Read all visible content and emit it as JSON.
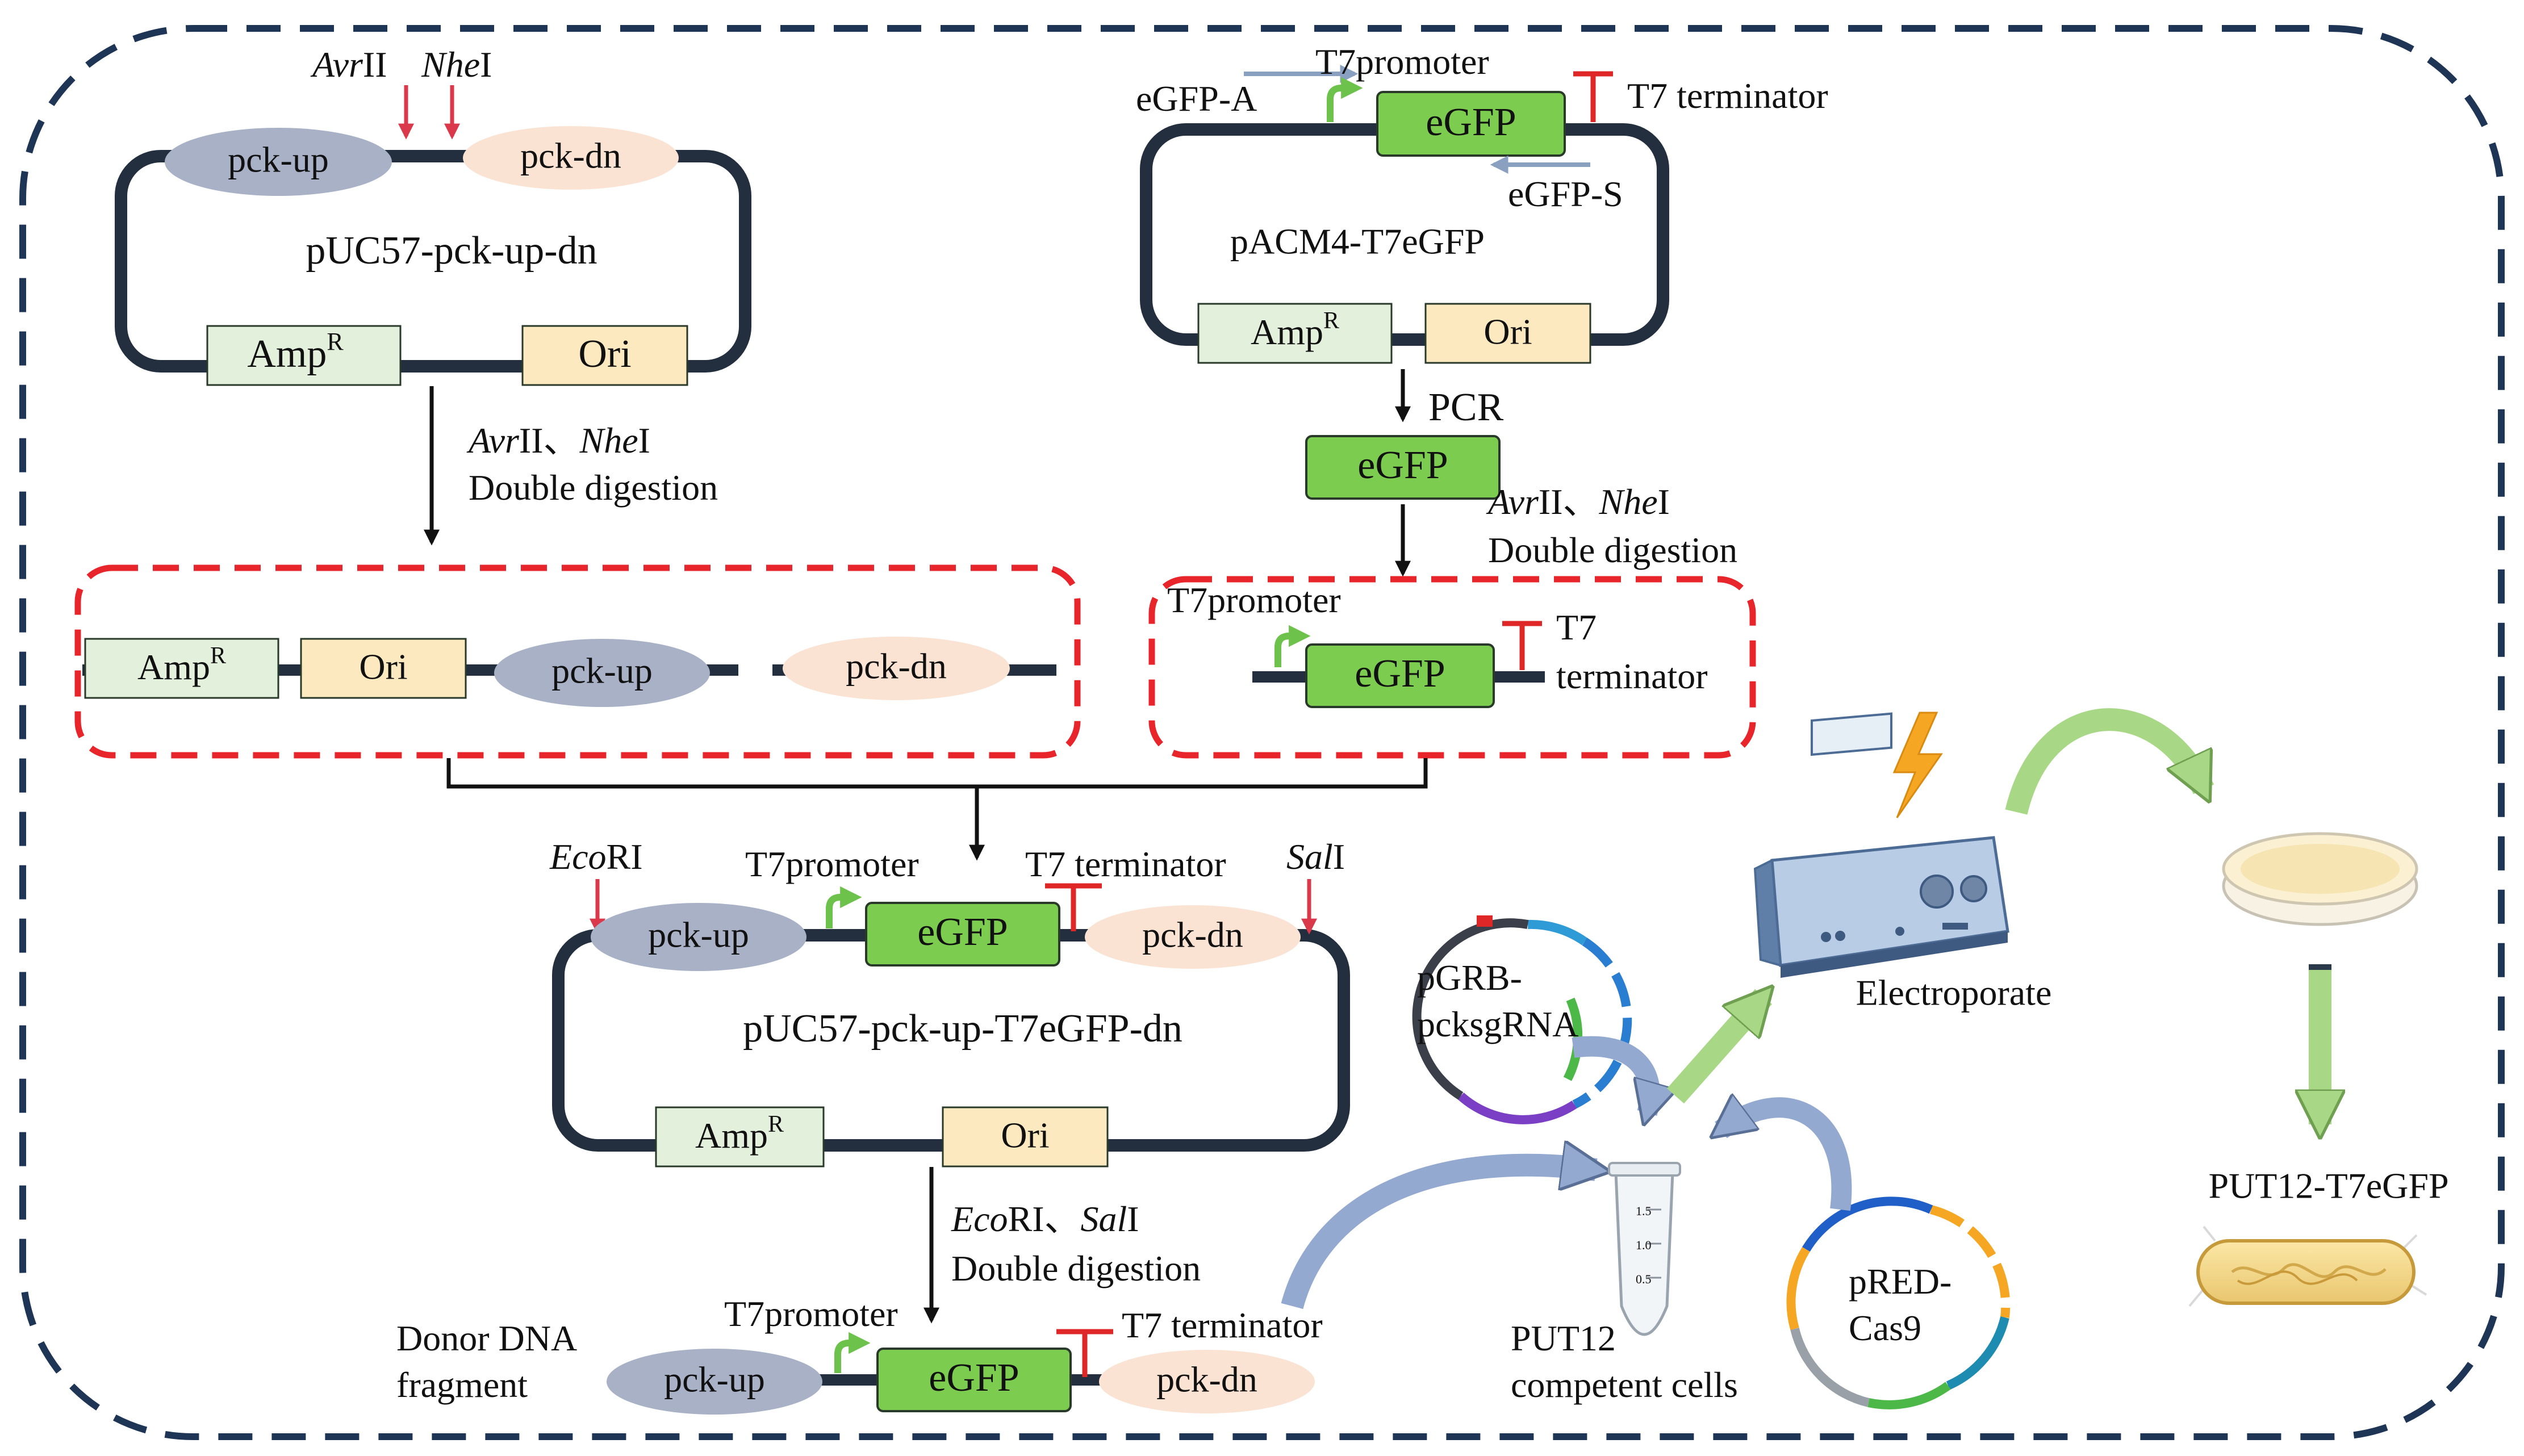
{
  "colors": {
    "backbone": "#232f3e",
    "frame_dash": "#1f3556",
    "red_dash": "#e8252a",
    "site_arrow": "#d9394a",
    "gene_egfp": "#7ccd4f",
    "promoter_arrow": "#6cc24a",
    "terminator": "#e02727",
    "pck_up": "#a8b1c6",
    "pck_dn": "#fbe3d4",
    "ampr": "#e3f1dc",
    "ori": "#fde9c0",
    "primer": "#8aa0c0",
    "flow_arrow": "#9fd27a",
    "curved_arrow": "#93a9cf",
    "electroporator": "#8fa8c8",
    "bolt": "#f5a623"
  },
  "plasmid1": {
    "enzyme1_italic": "Avr",
    "enzyme1_roman": "II",
    "enzyme2_italic": "Nhe",
    "enzyme2_roman": "I",
    "pck_up": "pck-up",
    "pck_dn": "pck-dn",
    "name": "pUC57-pck-up-dn",
    "amp": "Amp",
    "amp_sup": "R",
    "ori": "Ori"
  },
  "plasmid2": {
    "primer_a": "eGFP-A",
    "promoter": "T7promoter",
    "gene": "eGFP",
    "terminator": "T7 terminator",
    "primer_s": "eGFP-S",
    "name": "pACM4-T7eGFP",
    "amp": "Amp",
    "amp_sup": "R",
    "ori": "Ori"
  },
  "step_digest1": {
    "enzyme1_italic": "Avr",
    "enzyme1_roman": "II",
    "sep": "、",
    "enzyme2_italic": "Nhe",
    "enzyme2_roman": "I",
    "method": "Double digestion"
  },
  "step_pcr": {
    "label": "PCR",
    "product": "eGFP"
  },
  "step_digest2": {
    "enzyme1_italic": "Avr",
    "enzyme1_roman": "II",
    "sep": "、",
    "enzyme2_italic": "Nhe",
    "enzyme2_roman": "I",
    "method": "Double digestion"
  },
  "fragment_left": {
    "amp": "Amp",
    "amp_sup": "R",
    "ori": "Ori",
    "pck_up": "pck-up",
    "pck_dn": "pck-dn"
  },
  "fragment_right": {
    "promoter": "T7promoter",
    "gene": "eGFP",
    "term_line1": "T7",
    "term_line2": "terminator"
  },
  "plasmid3": {
    "enzyme1_italic": "Eco",
    "enzyme1_roman": "RI",
    "promoter": "T7promoter",
    "terminator": "T7 terminator",
    "enzyme2_italic": "Sal",
    "enzyme2_roman": "I",
    "pck_up": "pck-up",
    "gene": "eGFP",
    "pck_dn": "pck-dn",
    "name": "pUC57-pck-up-T7eGFP-dn",
    "amp": "Amp",
    "amp_sup": "R",
    "ori": "Ori"
  },
  "step_digest3": {
    "enzyme1_italic": "Eco",
    "enzyme1_roman": "RI",
    "sep": "、",
    "enzyme2_italic": "Sal",
    "enzyme2_roman": "I",
    "method": "Double digestion"
  },
  "donor": {
    "label_line1": "Donor DNA",
    "label_line2": "fragment",
    "promoter": "T7promoter",
    "terminator": "T7 terminator",
    "pck_up": "pck-up",
    "gene": "eGFP",
    "pck_dn": "pck-dn"
  },
  "transformation": {
    "sgrna_line1": "pGRB-",
    "sgrna_line2": "pcksgRNA",
    "cas9_line1": "pRED-",
    "cas9_line2": "Cas9",
    "cells_line1": "PUT12",
    "cells_line2": "competent cells",
    "tube_marks": [
      "1.5",
      "1.0",
      "0.5"
    ],
    "electroporate": "Electroporate",
    "result": "PUT12-T7eGFP"
  }
}
